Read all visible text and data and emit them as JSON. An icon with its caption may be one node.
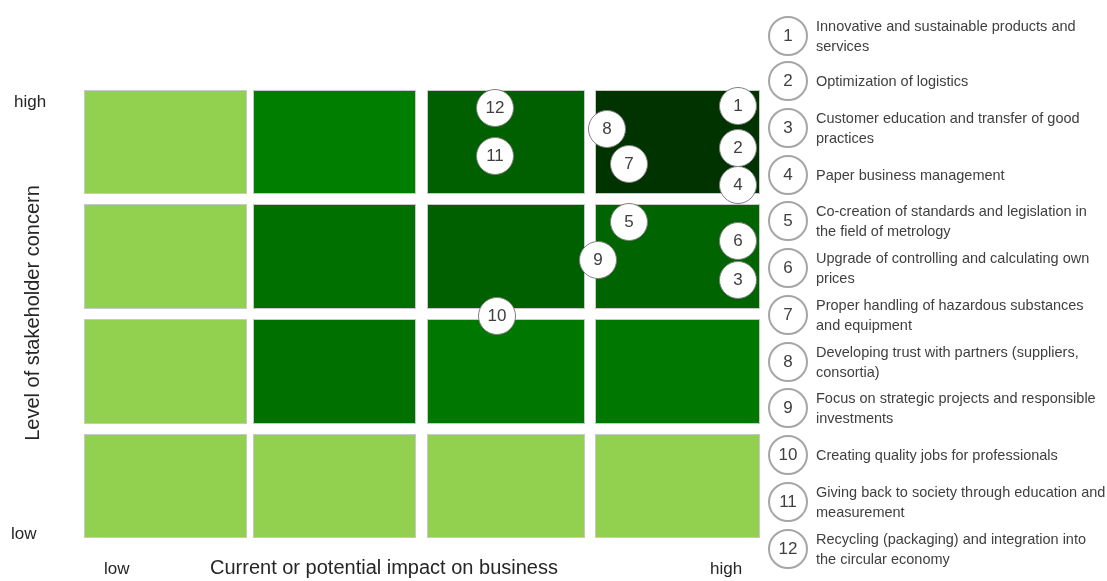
{
  "diagram": {
    "nodes": [
      {
        "text": [
          "12"
        ]
      },
      {
        "text": [
          "1"
        ]
      },
      {
        "text": [
          "8"
        ]
      },
      {
        "text": [
          "2"
        ]
      },
      {
        "text": [
          "7"
        ]
      },
      {
        "text": [
          "11"
        ]
      },
      {
        "text": [
          "4"
        ]
      },
      {
        "text": [
          "5"
        ]
      },
      {
        "text": [
          "6"
        ]
      },
      {
        "text": [
          "9"
        ]
      },
      {
        "text": [
          "3"
        ]
      },
      {
        "text": [
          "10"
        ]
      },
      {
        "text": [
          "1"
        ],
        "beside": [
          "Innovative and sustainable products and services"
        ]
      },
      {
        "text": [
          "2"
        ],
        "beside": [
          "Optimization of logistics"
        ]
      },
      {
        "text": [
          "3"
        ],
        "beside": [
          "Customer education and transfer of good practices"
        ]
      },
      {
        "text": [
          "4"
        ],
        "beside": [
          "Paper business management"
        ]
      },
      {
        "text": [
          "5"
        ],
        "beside": [
          "Co-creation of standards and legislation in the field of metrology"
        ]
      },
      {
        "text": [
          "6"
        ],
        "beside": [
          "Upgrade of controlling and calculating own prices"
        ]
      },
      {
        "text": [
          "7"
        ],
        "beside": [
          "Proper handling of hazardous substances and equipment"
        ]
      },
      {
        "text": [
          "8"
        ],
        "beside": [
          "Developing trust with partners (suppliers, consortia)"
        ]
      },
      {
        "text": [
          "9"
        ],
        "beside": [
          "Focus on strategic projects and responsible investments"
        ]
      },
      {
        "text": [
          "10"
        ],
        "beside": [
          "Creating quality jobs for professionals"
        ]
      },
      {
        "text": [
          "11"
        ],
        "beside": [
          "Giving back to society through education and measurement"
        ]
      },
      {
        "text": [
          "12"
        ],
        "beside": [
          "Recycling (packaging) and integration into the circular economy"
        ]
      }
    ],
    "labels": [
      "high",
      "low",
      "Level of stakeholder concern",
      "low",
      "Current or potential impact on business",
      "high"
    ]
  }
}
